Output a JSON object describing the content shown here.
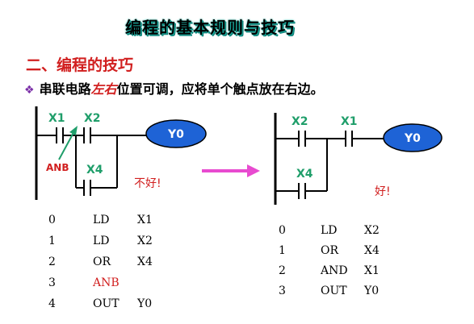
{
  "slide_title": "编程的基本规则与技巧",
  "section_heading": "二、编程的技巧",
  "rule": {
    "before": "串联电路",
    "emphasis": "左右",
    "after": "位置可调，应将单个触点放在右边。"
  },
  "left_diagram": {
    "contact_top_a": "X1",
    "contact_top_b": "X2",
    "contact_bottom": "X4",
    "coil": "Y0",
    "anb_label": "ANB",
    "verdict": "不好!"
  },
  "right_diagram": {
    "contact_top_a": "X2",
    "contact_top_b": "X1",
    "contact_bottom": "X4",
    "coil": "Y0",
    "verdict": "好!"
  },
  "left_program": [
    {
      "step": "0",
      "op": "LD",
      "arg": "X1"
    },
    {
      "step": "1",
      "op": "LD",
      "arg": "X2"
    },
    {
      "step": "2",
      "op": "OR",
      "arg": "X4"
    },
    {
      "step": "3",
      "op": "ANB",
      "arg": ""
    },
    {
      "step": "4",
      "op": "OUT",
      "arg": "Y0"
    }
  ],
  "right_program": [
    {
      "step": "0",
      "op": "LD",
      "arg": "X2"
    },
    {
      "step": "1",
      "op": "OR",
      "arg": "X4"
    },
    {
      "step": "2",
      "op": "AND",
      "arg": "X1"
    },
    {
      "step": "3",
      "op": "OUT",
      "arg": "Y0"
    }
  ],
  "colors": {
    "label_green": "#1f9e6a",
    "coil_fill": "#1e63d6",
    "coil_text": "#ffffff",
    "arrow_pink": "#e84bd0",
    "red": "#d11f1f"
  }
}
